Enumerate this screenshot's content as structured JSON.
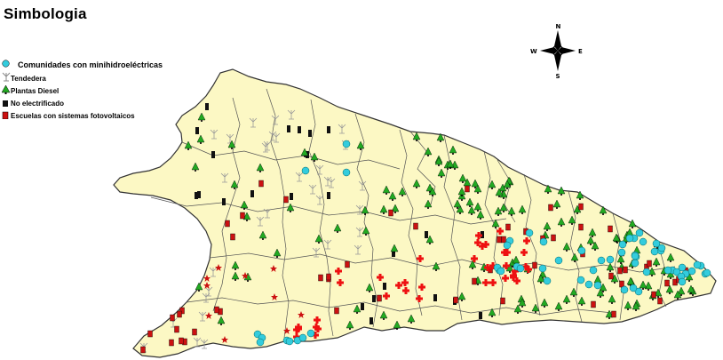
{
  "title": "Simbologia",
  "legend": [
    {
      "label": "Comunidades con minihidroeléctricas",
      "symbol": "cyan-dot-icon",
      "color": "#33ccdd"
    },
    {
      "label": "Tendedera",
      "symbol": "antenna-icon",
      "color": "#999999"
    },
    {
      "label": "Plantas Diesel",
      "symbol": "green-tree-icon",
      "color": "#22aa22"
    },
    {
      "label": "No electrificado",
      "symbol": "black-house-icon",
      "color": "#111111"
    },
    {
      "label": "Escuelas con sistemas fotovoltaicos",
      "symbol": "red-school-icon",
      "color": "#cc1111"
    }
  ],
  "compass": {
    "n": "N",
    "s": "S",
    "e": "E",
    "w": "W"
  },
  "colors": {
    "land": "#fcf8c4",
    "border": "#333333",
    "water": "#ffffff"
  }
}
